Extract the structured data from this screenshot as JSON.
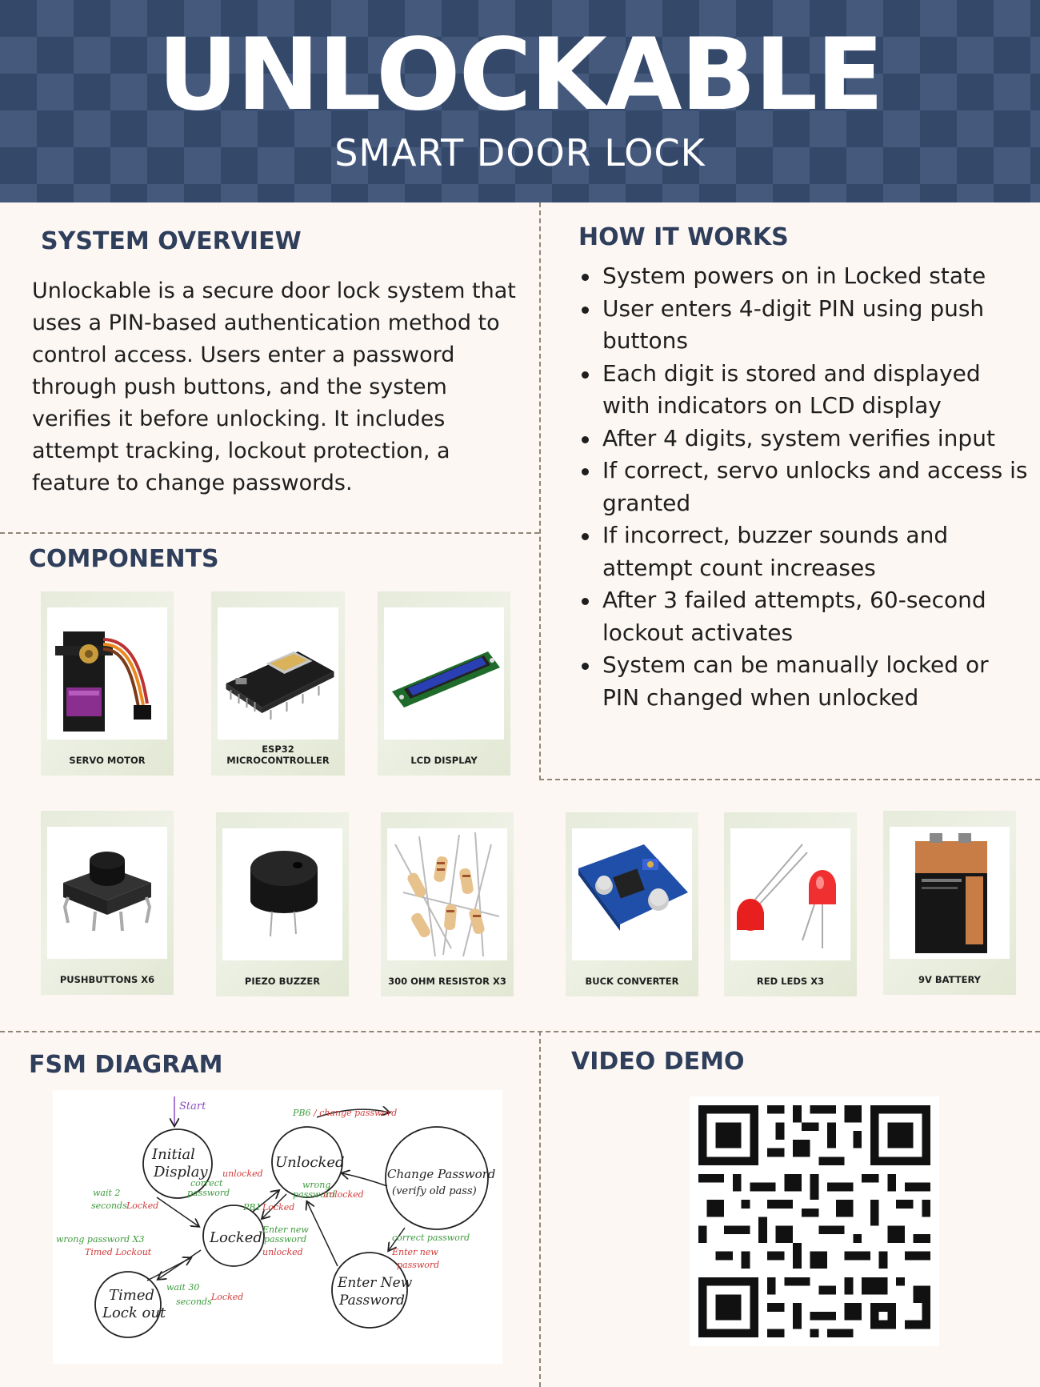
{
  "header": {
    "title": "UNLOCKABLE",
    "subtitle": "SMART DOOR LOCK"
  },
  "overview": {
    "heading": "SYSTEM OVERVIEW",
    "text": "Unlockable is a secure door lock system that uses a PIN-based authentication method to control access. Users enter a password through push buttons, and the system verifies it before unlocking. It includes attempt tracking, lockout protection, a feature to change passwords."
  },
  "how_it_works": {
    "heading": "HOW IT WORKS",
    "items": [
      "System powers on in Locked state",
      "User enters 4-digit PIN using push buttons",
      "Each digit is stored and displayed with indicators on LCD display",
      "After 4 digits, system verifies input",
      "If correct, servo unlocks and access is granted",
      "If incorrect, buzzer sounds and attempt count increases",
      "After 3 failed attempts, 60-second lockout activates",
      "System can be manually locked or PIN changed when unlocked"
    ]
  },
  "components": {
    "heading": "COMPONENTS",
    "items": [
      {
        "label": "SERVO MOTOR",
        "icon": "servo-motor-icon"
      },
      {
        "label": "ESP32 MICROCONTROLLER",
        "icon": "esp32-board-icon"
      },
      {
        "label": "LCD DISPLAY",
        "icon": "lcd-display-icon"
      },
      {
        "label": "PUSHBUTTONS X6",
        "icon": "pushbutton-icon"
      },
      {
        "label": "PIEZO BUZZER",
        "icon": "piezo-buzzer-icon"
      },
      {
        "label": "300 OHM RESISTOR X3",
        "icon": "resistor-icon"
      },
      {
        "label": "BUCK CONVERTER",
        "icon": "buck-converter-icon"
      },
      {
        "label": "RED LEDS X3",
        "icon": "red-led-icon"
      },
      {
        "label": "9V BATTERY",
        "icon": "battery-icon"
      }
    ]
  },
  "fsm": {
    "heading": "FSM DIAGRAM",
    "states": [
      "Initial",
      "Display",
      "Unlocked",
      "Change Password",
      "(verify old pass)",
      "Locked",
      "Enter New",
      "Password",
      "Timed",
      "Lock out"
    ],
    "start_label": "Start",
    "transitions": {
      "t1_a": "PB6",
      "t1_b": "change password",
      "t2_a": "correct",
      "t2_b": "password",
      "t2_c": "unlocked",
      "t3_a": "wait 2",
      "t3_b": "seconds",
      "t3_c": "Locked",
      "t4_a": "wrong",
      "t4_b": "password",
      "t4_c": "unlocked",
      "t5_a": "PB1",
      "t5_b": "Locked",
      "t6_a": "wrong password X3",
      "t6_b": "Timed Lockout",
      "t7_a": "Enter new",
      "t7_b": "password",
      "t7_c": "unlocked",
      "t8_a": "correct password",
      "t8_b": "Enter new",
      "t8_c": "password",
      "t9_a": "wait 30",
      "t9_b": "seconds",
      "t9_c": "Locked"
    }
  },
  "video": {
    "heading": "VIDEO DEMO",
    "qr_icon": "qr-code-icon"
  },
  "colors": {
    "header_bg": "#34486a",
    "heading": "#2f3e5a",
    "page_bg": "#fcf7f3",
    "divider": "#8f8577"
  }
}
